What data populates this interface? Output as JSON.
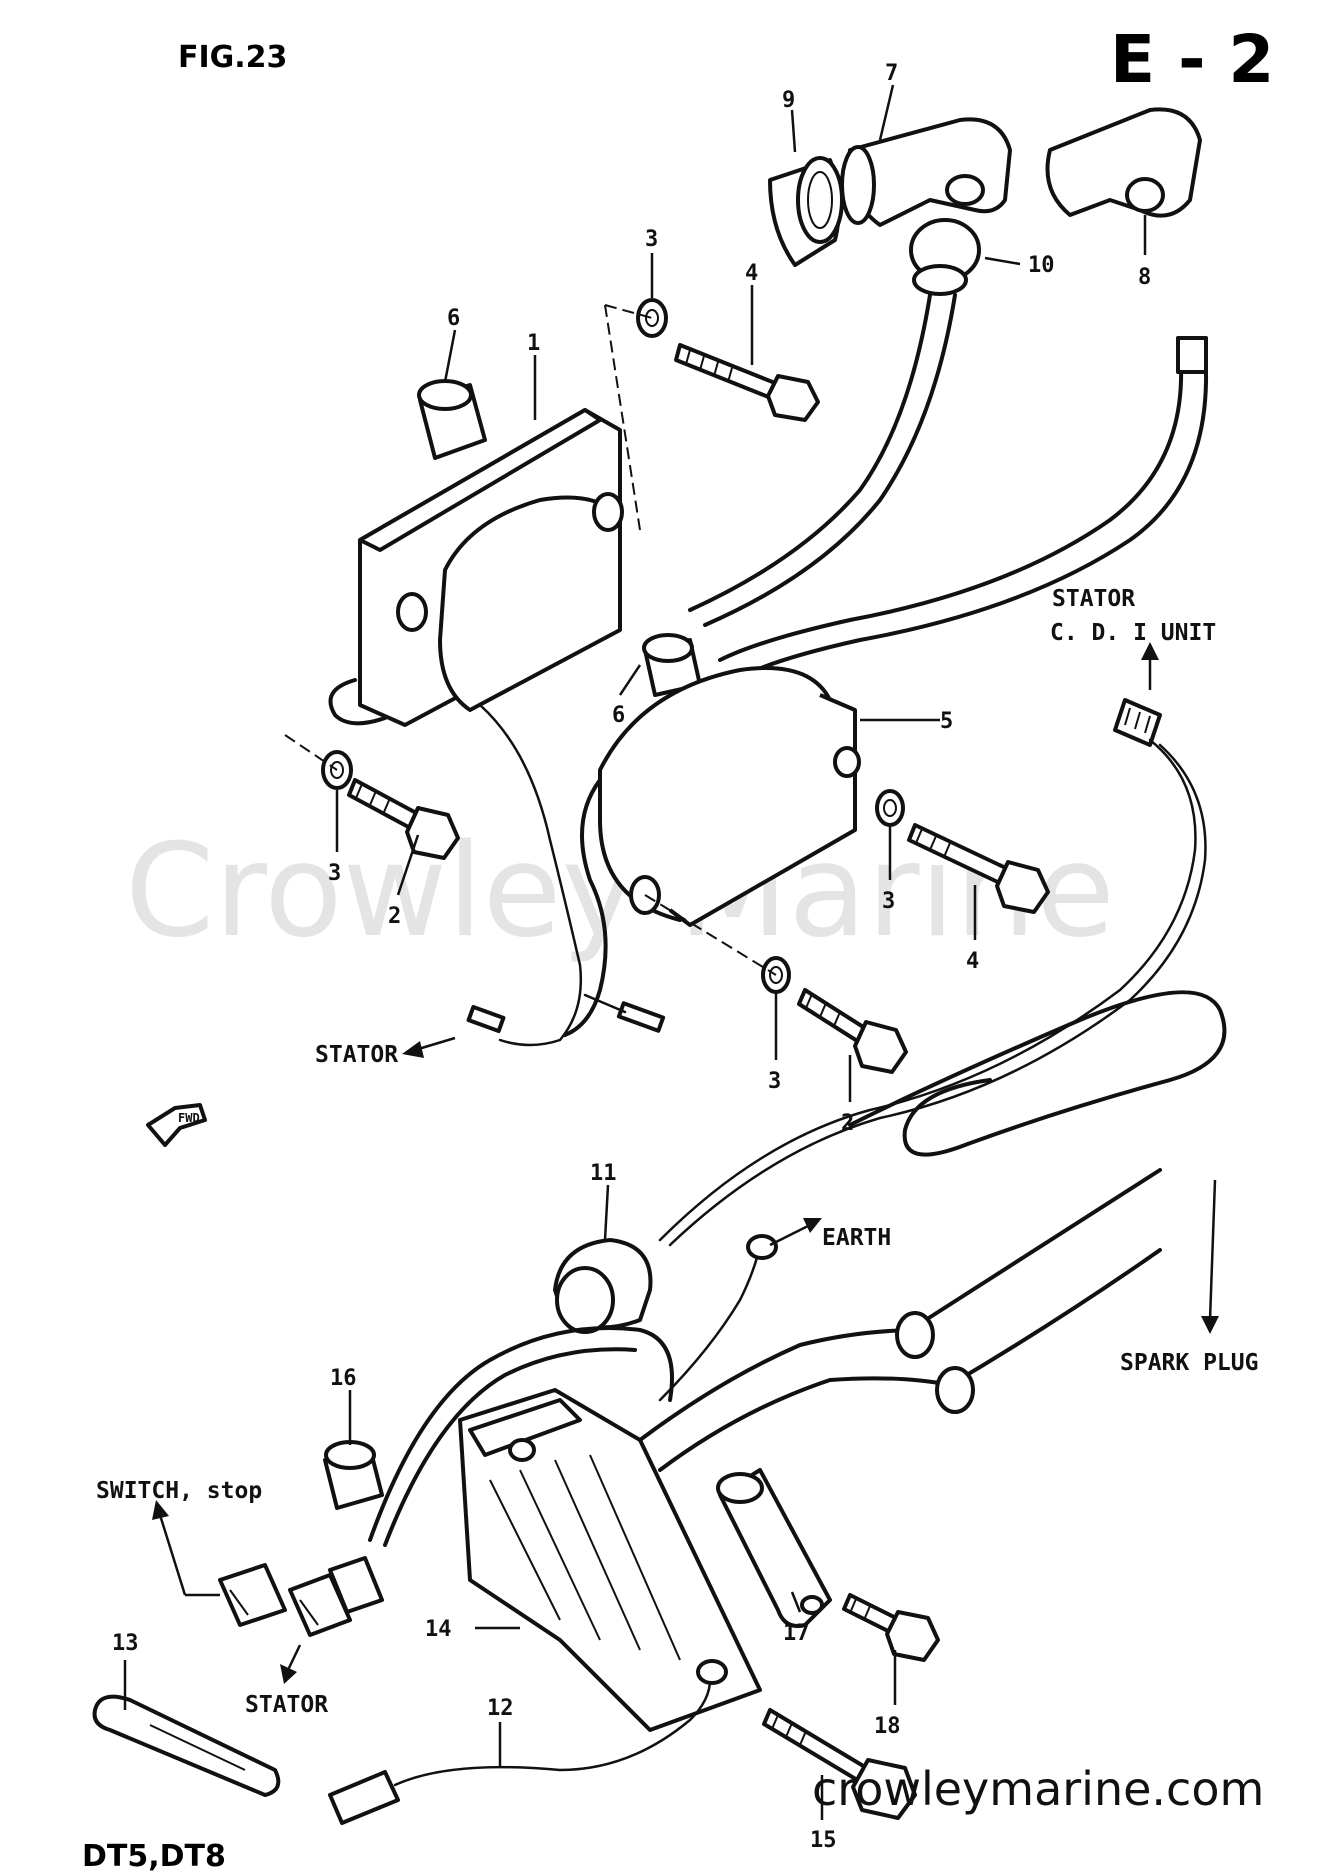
{
  "header": {
    "figure": "FIG.23",
    "section_code": "E - 2"
  },
  "callouts": {
    "n1": "1",
    "n2a": "2",
    "n2b": "2",
    "n3a": "3",
    "n3b": "3",
    "n3c": "3",
    "n3d": "3",
    "n4a": "4",
    "n4b": "4",
    "n5": "5",
    "n6a": "6",
    "n6b": "6",
    "n7": "7",
    "n8": "8",
    "n9": "9",
    "n10": "10",
    "n11": "11",
    "n12": "12",
    "n13": "13",
    "n14": "14",
    "n15": "15",
    "n16": "16",
    "n17": "17",
    "n18": "18"
  },
  "labels": {
    "stator_top_line1": "STATOR",
    "stator_top_line2": "C. D. I UNIT",
    "stator_mid": "STATOR",
    "stator_bottom": "STATOR",
    "earth": "EARTH",
    "spark_plug": "SPARK PLUG",
    "switch_stop": "SWITCH, stop",
    "fwd": "FWD"
  },
  "footer": {
    "models": "DT5,DT8"
  },
  "watermarks": {
    "center": "Crowley Marine",
    "url": "crowleymarine.com"
  },
  "colors": {
    "ink": "#111111",
    "watermark": "#e4e4e4",
    "background": "#ffffff"
  }
}
